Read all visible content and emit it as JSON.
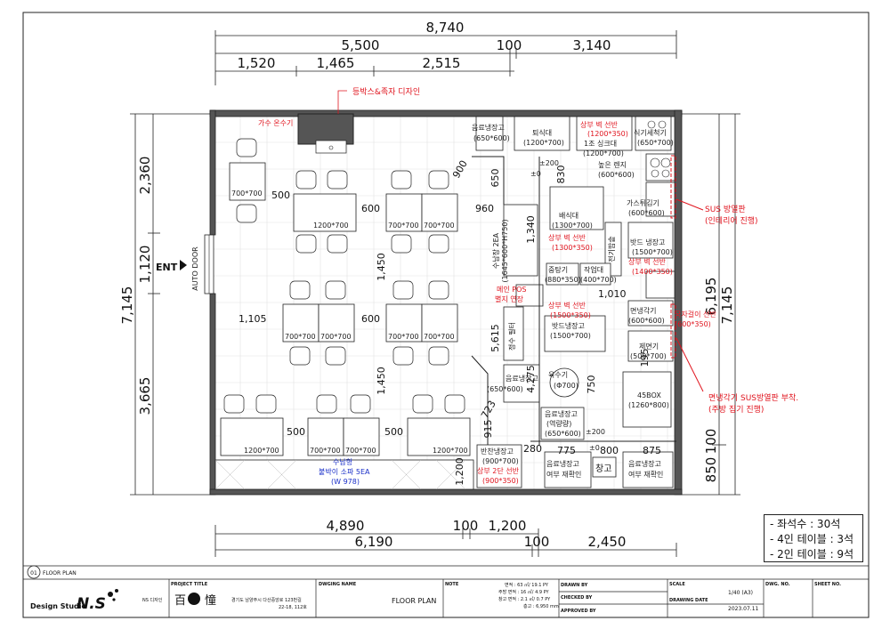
{
  "top_dims": {
    "overall": "8,740",
    "left_total": "5,500",
    "gap": "100",
    "right_total": "3,140",
    "seg1": "1,520",
    "seg2": "1,465",
    "seg3": "2,515"
  },
  "bottom_dims": {
    "seg1": "4,890",
    "gap1": "100",
    "seg2": "1,200",
    "total_left": "6,190",
    "gap2": "100",
    "total_right": "2,450"
  },
  "left_dims": {
    "overall": "7,145",
    "upper": "2,360",
    "mid": "1,120",
    "lower": "3,665"
  },
  "right_dims": {
    "overall": "7,145",
    "inner": "6,195",
    "lower": "850",
    "bottom": "100"
  },
  "entry": {
    "label": "ENT",
    "door": "AUTO DOOR"
  },
  "annotations": {
    "lightbox": "등박스&족자 디자인",
    "sus_panel": "SUS 방열판",
    "sus_panel_sub": "(인테리어 진행)",
    "noodle_sus": "면냉각기 SUS방열판 부착.",
    "noodle_sus_sub": "(주방 집기 진행)"
  },
  "labels": {
    "hotwater": "가수 온수기",
    "bev_fridge_top": "음료냉장고",
    "bev_fridge_top_dim": "(650*600)",
    "dish_return": "퇴식대",
    "dish_return_dim": "(1200*700)",
    "shelf_top": "상부 벽 선반",
    "shelf_top_dim": "(1200*350)",
    "sink": "1조 싱크대",
    "sink_dim": "(1200*700)",
    "dishwasher": "식기세척기",
    "dishwasher_dim": "(650*700)",
    "range": "높은 렌지",
    "range_dim": "(600*600)",
    "fryer": "가스튀김기",
    "fryer_dim": "(600*600)",
    "serve": "배식대",
    "serve_dim": "(1300*700)",
    "shelf_mid": "상부 벽 선반",
    "shelf_mid_dim": "(1300*350)",
    "storage": "수납장 2EA",
    "storage_dim": "(1645*600*H750)",
    "cold_table": "밧드 냉장고",
    "cold_table_dim": "(1500*700)",
    "shelf_right": "상부 벽 선반",
    "shelf_right_dim": "(1400*350)",
    "workbench": "작업대",
    "workbench_dim": "(400*700)",
    "sterilizer": "중탕기",
    "sterilizer_dim": "(880*350)",
    "rice": "전기밥솥",
    "noodle_cooler": "면냉각기",
    "noodle_cooler_dim": "(600*600)",
    "holder_shelf": "국자걸이 선반",
    "holder_shelf_dim": "(600*350)",
    "shelf_low": "상부 벽 선반",
    "shelf_low_dim": "(1500*350)",
    "cold_table2": "밧드냉장고",
    "cold_table2_dim": "(1500*700)",
    "noodle": "제면기",
    "noodle_dim": "(500*700)",
    "pos": "메인 POS",
    "pos_sub": "별지 연장",
    "filter": "정수 필터",
    "bev_fridge_mid": "음료냉장고",
    "bev_fridge_mid_dim": "(650*600)",
    "soup": "육수기",
    "soup_dim": "(Φ700)",
    "box45": "45BOX",
    "box45_dim": "(1260*800)",
    "bev_fridge_low": "음료냉장고",
    "bev_fridge_low_sub": "(역량량)",
    "bev_fridge_low_dim": "(650*600)",
    "side_fridge": "반찬냉장고",
    "side_fridge_dim": "(900*700)",
    "shelf_side": "상부 2단 선반",
    "shelf_side_dim": "(900*350)",
    "fridge_check1": "음료냉장고",
    "fridge_check1_sub": "여부 재확인",
    "storage_room": "창고",
    "fridge_check2": "음료냉장고",
    "fridge_check2_sub": "여부 재확인",
    "sofa": "수납형",
    "sofa2": "붙박이 소파 5EA",
    "sofa_dim": "(W 978)",
    "t700a": "700*700",
    "t1200": "1200*700",
    "t500": "500",
    "t600": "600",
    "t960": "960",
    "t1105": "1,105",
    "t1450": "1,450",
    "t900": "900",
    "t650": "650",
    "t830": "830",
    "t1340": "1,340",
    "t1010": "1,010",
    "t5615": "5,615",
    "t4275": "4,275",
    "t750": "750",
    "t723": "723",
    "t915": "915",
    "t280": "280",
    "t775": "775",
    "t800": "800",
    "t875": "875",
    "t200": "±200",
    "t0": "±0",
    "t195": "195",
    "t1200b": "1,200"
  },
  "summary": [
    "- 좌석수 : 30석",
    "- 4인 테이블 : 3석",
    "- 2인 테이블 : 9석"
  ],
  "sheet": {
    "num": "01",
    "title": "FLOOR PLAN"
  },
  "titleblock": {
    "studio": "Design Studio",
    "brand": "N.S",
    "studio_kr": "NS 디자인",
    "project_title_hdr": "PROJECT TITLE",
    "project_logo": "百",
    "project_name": "憧",
    "address": "경기도 남양주시 다산중앙로 123번길",
    "address2": "22-18, 112호",
    "dwg_name_hdr": "DWGING NAME",
    "dwg_name": "FLOOR PLAN",
    "note_hdr": "NOTE",
    "note1": "면적 : 63 ㎡/ 19.1 PY",
    "note2": "주방 면적 : 16 ㎡/ 4.9 PY",
    "note3": "창고 면적 : 2.1 ㎡/ 0.7 PY",
    "note4": "층고 : 6,950 mm",
    "drawn_by": "DRAWN BY",
    "checked_by": "CHECKED BY",
    "approved_by": "APPROVED BY",
    "scale_hdr": "SCALE",
    "scale": "1/40 (A3)",
    "date_hdr": "DRAWING DATE",
    "date": "2023.07.11",
    "dwg_no": "DWG. NO.",
    "sheet_no": "SHEET NO."
  }
}
